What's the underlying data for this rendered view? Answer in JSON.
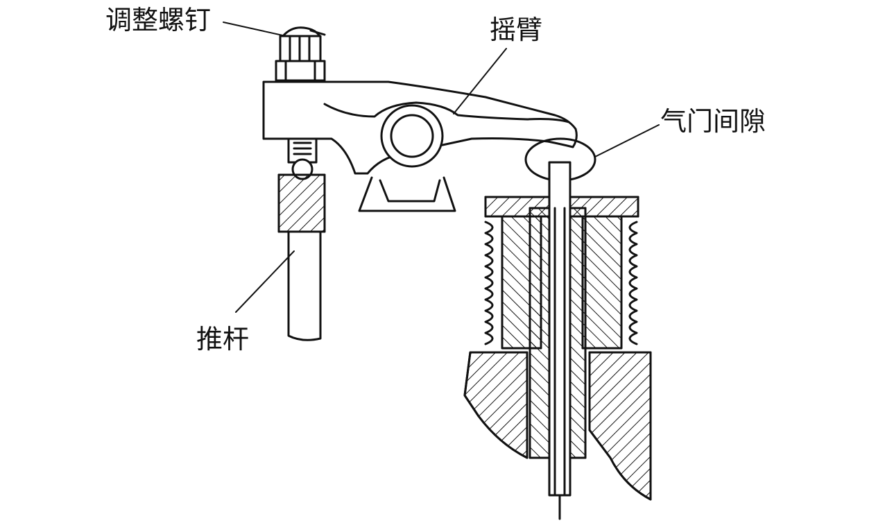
{
  "labels": {
    "adjusting_screw": "调整螺钉",
    "rocker_arm": "摇臂",
    "valve_clearance": "气门间隙",
    "push_rod": "推杆"
  },
  "colors": {
    "ink": "#111111",
    "paper": "#ffffff"
  }
}
